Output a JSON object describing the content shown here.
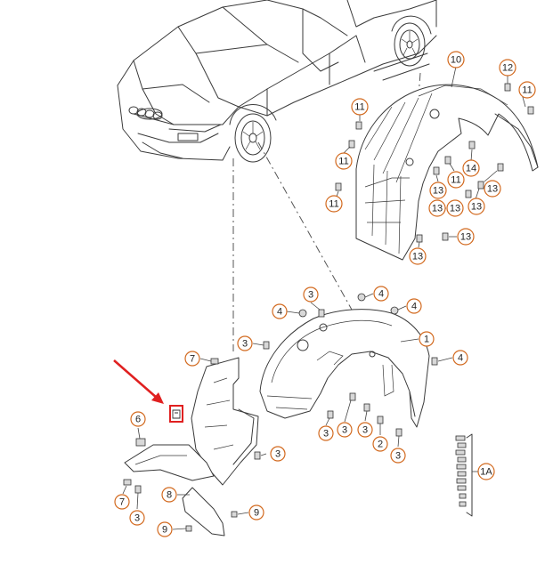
{
  "colors": {
    "callout_border": "#d2691e",
    "highlight": "#e02020",
    "line": "#3a3a3a"
  },
  "callouts": [
    {
      "id": "c10",
      "label": "10"
    },
    {
      "id": "c12",
      "label": "12"
    },
    {
      "id": "c11a",
      "label": "11"
    },
    {
      "id": "c11b",
      "label": "11"
    },
    {
      "id": "c11c",
      "label": "11"
    },
    {
      "id": "c11d",
      "label": "11"
    },
    {
      "id": "c11e",
      "label": "11"
    },
    {
      "id": "c14",
      "label": "14"
    },
    {
      "id": "c13a",
      "label": "13"
    },
    {
      "id": "c13b",
      "label": "13"
    },
    {
      "id": "c13c",
      "label": "13"
    },
    {
      "id": "c13d",
      "label": "13"
    },
    {
      "id": "c13e",
      "label": "13"
    },
    {
      "id": "c13f",
      "label": "13"
    },
    {
      "id": "c13g",
      "label": "13"
    },
    {
      "id": "c4a",
      "label": "4"
    },
    {
      "id": "c4b",
      "label": "4"
    },
    {
      "id": "c4c",
      "label": "4"
    },
    {
      "id": "c4d",
      "label": "4"
    },
    {
      "id": "c3a",
      "label": "3"
    },
    {
      "id": "c3b",
      "label": "3"
    },
    {
      "id": "c3c",
      "label": "3"
    },
    {
      "id": "c3d",
      "label": "3"
    },
    {
      "id": "c3e",
      "label": "3"
    },
    {
      "id": "c3f",
      "label": "3"
    },
    {
      "id": "c3g",
      "label": "3"
    },
    {
      "id": "c3h",
      "label": "3"
    },
    {
      "id": "c1",
      "label": "1"
    },
    {
      "id": "c2",
      "label": "2"
    },
    {
      "id": "c7a",
      "label": "7"
    },
    {
      "id": "c7b",
      "label": "7"
    },
    {
      "id": "c6",
      "label": "6"
    },
    {
      "id": "c8",
      "label": "8"
    },
    {
      "id": "c9a",
      "label": "9"
    },
    {
      "id": "c9b",
      "label": "9"
    },
    {
      "id": "c1A",
      "label": "1A"
    }
  ]
}
